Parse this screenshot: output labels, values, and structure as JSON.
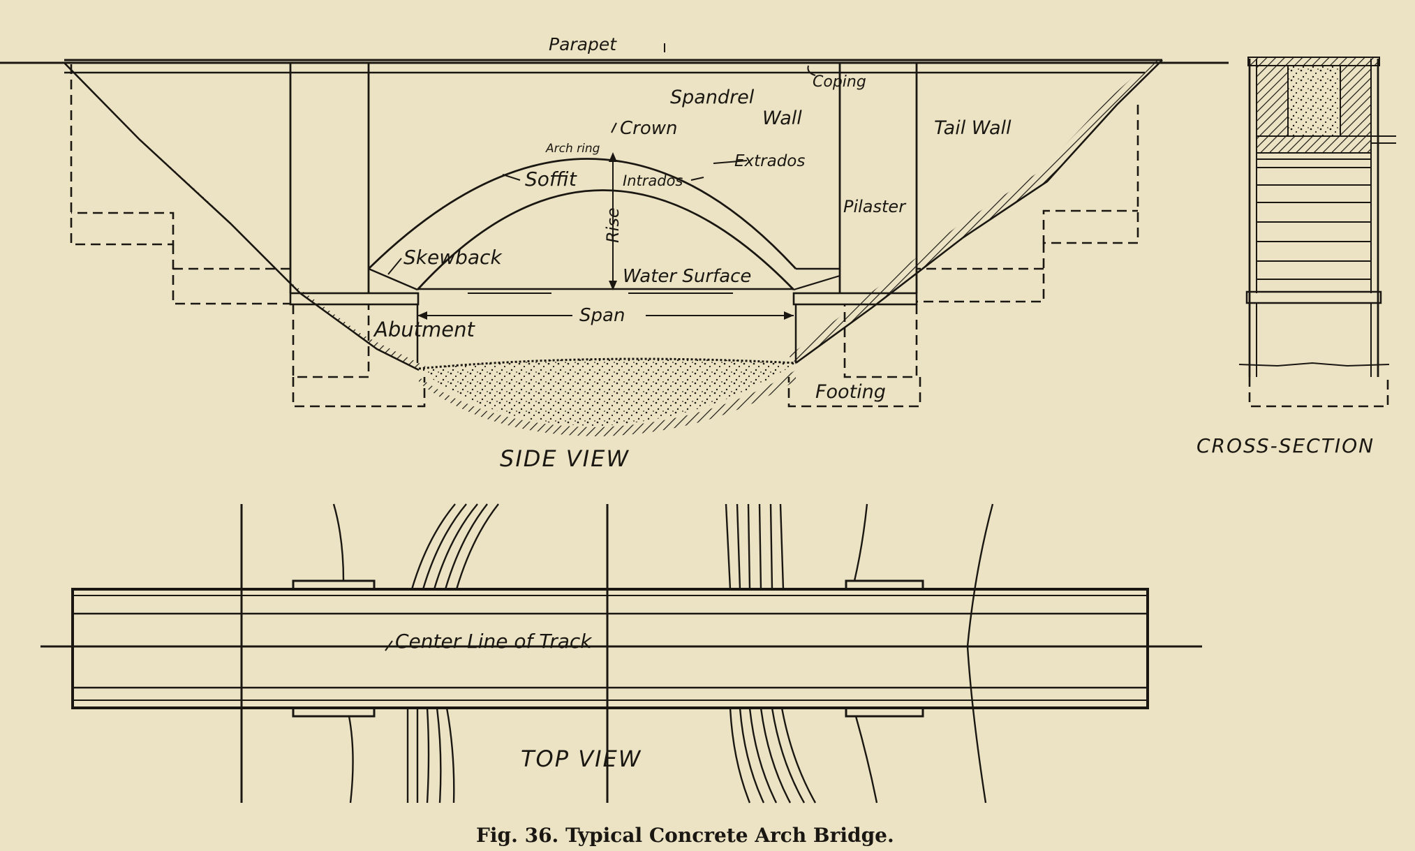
{
  "side_view": {
    "title": "SIDE VIEW",
    "labels": {
      "parapet": "Parapet",
      "coping": "Coping",
      "spandrel_wall_1": "Spandrel",
      "spandrel_wall_2": "Wall",
      "crown": "Crown",
      "arch_ring": "Arch ring",
      "extrados": "Extrados",
      "soffit": "Soffit",
      "intrados": "Intrados",
      "rise": "Rise",
      "tail_wall": "Tail Wall",
      "pilaster": "Pilaster",
      "skewback": "Skewback",
      "water_surface": "Water Surface",
      "span": "Span",
      "abutment": "Abutment",
      "footing": "Footing"
    }
  },
  "cross_section": {
    "title": "CROSS-SECTION"
  },
  "top_view": {
    "title": "TOP VIEW",
    "center_line": "Center Line of Track"
  },
  "caption": "Fig. 36.  Typical Concrete Arch Bridge.",
  "colors": {
    "paper": "#ebe3c4",
    "ink": "#1a1712"
  }
}
